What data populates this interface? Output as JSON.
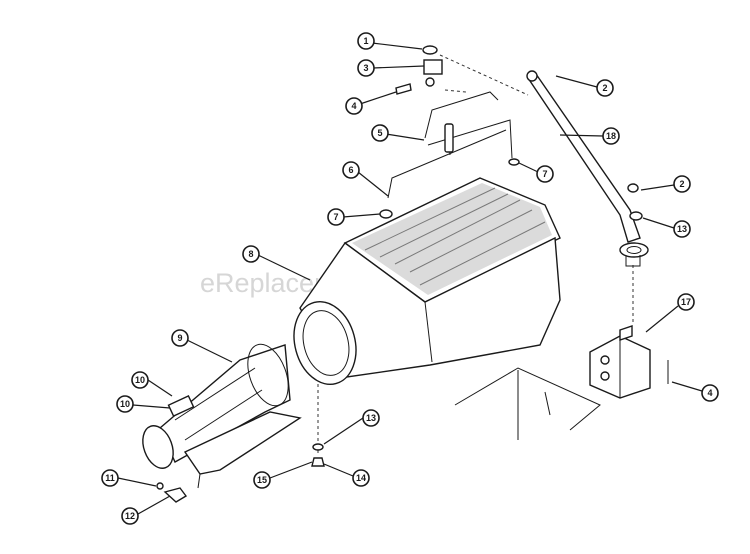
{
  "watermark": "eReplacementParts.com",
  "callouts": [
    {
      "id": "c1",
      "label": "1"
    },
    {
      "id": "c3",
      "label": "3"
    },
    {
      "id": "c4a",
      "label": "4"
    },
    {
      "id": "c5",
      "label": "5"
    },
    {
      "id": "c6",
      "label": "6"
    },
    {
      "id": "c7a",
      "label": "7"
    },
    {
      "id": "c7b",
      "label": "7"
    },
    {
      "id": "c8",
      "label": "8"
    },
    {
      "id": "c9",
      "label": "9"
    },
    {
      "id": "c10a",
      "label": "10"
    },
    {
      "id": "c10b",
      "label": "10"
    },
    {
      "id": "c11",
      "label": "11"
    },
    {
      "id": "c12",
      "label": "12"
    },
    {
      "id": "c13a",
      "label": "13"
    },
    {
      "id": "c13b",
      "label": "13"
    },
    {
      "id": "c14",
      "label": "14"
    },
    {
      "id": "c15",
      "label": "15"
    },
    {
      "id": "c2a",
      "label": "2"
    },
    {
      "id": "c2b",
      "label": "2"
    },
    {
      "id": "c18",
      "label": "18"
    },
    {
      "id": "c17",
      "label": "17"
    },
    {
      "id": "c4b",
      "label": "4"
    }
  ]
}
